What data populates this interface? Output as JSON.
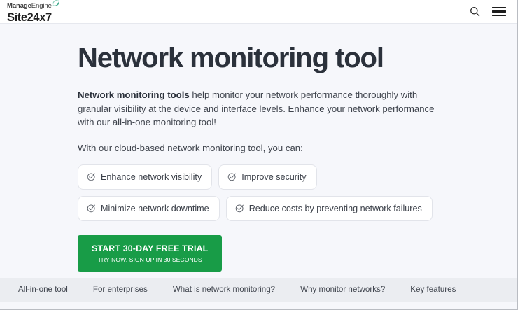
{
  "header": {
    "logo": {
      "manage": "Manage",
      "engine": "Engine",
      "product": "Site24x7",
      "swoosh_color": "#3aa98a"
    },
    "search_icon": "search-icon",
    "menu_icon": "hamburger-menu-icon"
  },
  "hero": {
    "title": "Network monitoring tool",
    "description_bold": "Network monitoring tools",
    "description_rest": " help monitor your network performance thoroughly with granular visibility at the device and interface levels. Enhance your network performance with our all-in-one monitoring tool!",
    "lead": "With our cloud-based network monitoring tool, you can:",
    "chips": [
      {
        "label": "Enhance network visibility",
        "icon": "check-circle-icon"
      },
      {
        "label": "Improve security",
        "icon": "check-circle-icon"
      },
      {
        "label": "Minimize network downtime",
        "icon": "check-circle-icon"
      },
      {
        "label": "Reduce costs by preventing network failures",
        "icon": "check-circle-icon"
      }
    ],
    "cta": {
      "main_label": "START 30-DAY FREE TRIAL",
      "sub_label": "TRY NOW, SIGN UP IN 30 SECONDS",
      "color": "#189C47"
    }
  },
  "section_nav": {
    "items": [
      {
        "label": "All-in-one tool"
      },
      {
        "label": "For enterprises"
      },
      {
        "label": "What is network monitoring?"
      },
      {
        "label": "Why monitor networks?"
      },
      {
        "label": "Key features"
      }
    ]
  },
  "colors": {
    "page_background": "#f6f7fb",
    "header_background": "#ffffff",
    "nav_background": "#ebedf1",
    "heading": "#2b313b",
    "body_text": "#3e434c",
    "chip_border": "#e2e4ea"
  }
}
